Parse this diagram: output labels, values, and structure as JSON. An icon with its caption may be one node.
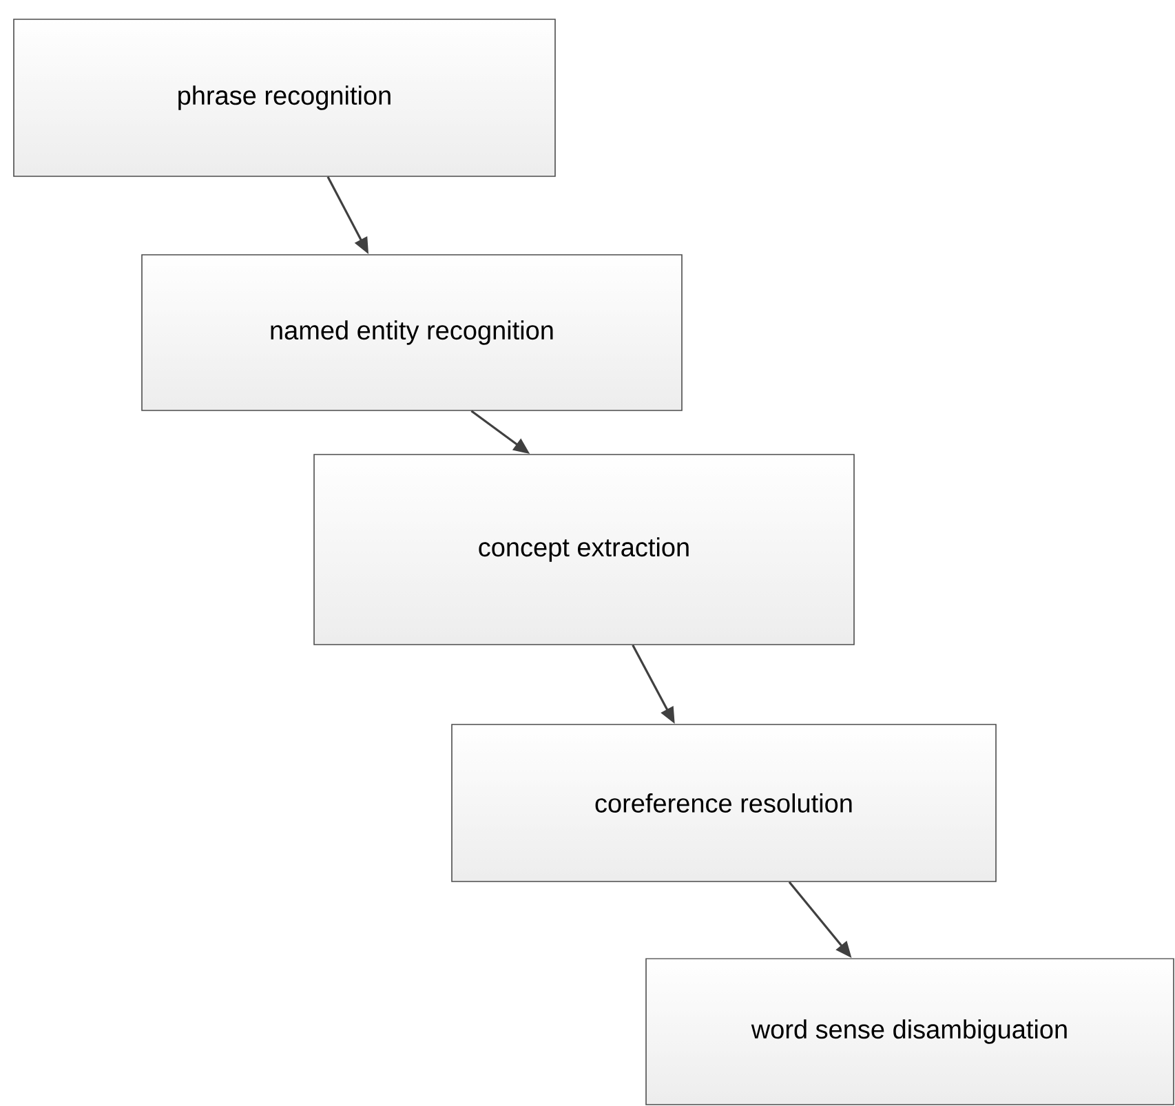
{
  "diagram": {
    "nodes": [
      {
        "text": [
          "phrase recognition"
        ]
      },
      {
        "text": [
          "named entity recognition"
        ]
      },
      {
        "text": [
          "concept extraction"
        ]
      },
      {
        "text": [
          "coreference resolution"
        ]
      },
      {
        "text": [
          "word sense disambiguation"
        ]
      }
    ],
    "edges": [
      {
        "from": 0,
        "to": 1,
        "arrow": "to"
      },
      {
        "from": 1,
        "to": 2,
        "arrow": "to"
      },
      {
        "from": 2,
        "to": 3,
        "arrow": "to"
      },
      {
        "from": 3,
        "to": 4,
        "arrow": "to"
      }
    ]
  }
}
